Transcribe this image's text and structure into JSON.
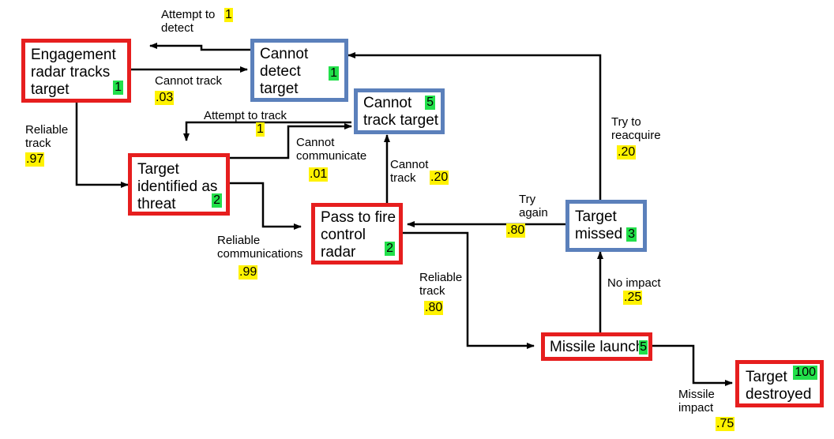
{
  "nodes": {
    "engagement": {
      "label": "Engagement\nradar tracks\ntarget",
      "value": "1",
      "color": "#e61e1e"
    },
    "cannot_detect": {
      "label": "Cannot\ndetect\ntarget",
      "value": "1",
      "color": "#5b80bb"
    },
    "cannot_track": {
      "label": "Cannot\ntrack target",
      "value": "5",
      "color": "#5b80bb"
    },
    "identified": {
      "label": "Target\nidentified as\nthreat",
      "value": "2",
      "color": "#e61e1e"
    },
    "pass_fire": {
      "label": "Pass to fire\ncontrol\nradar",
      "value": "2",
      "color": "#e61e1e"
    },
    "missed": {
      "label": "Target\nmissed",
      "value": "3",
      "color": "#5b80bb"
    },
    "launch": {
      "label": "Missile launch",
      "value": "5",
      "color": "#e61e1e"
    },
    "destroyed": {
      "label": "Target\ndestroyed",
      "value": "100",
      "color": "#e61e1e"
    }
  },
  "edges": {
    "attempt_detect": {
      "label": "Attempt to\ndetect",
      "prob": "1"
    },
    "cannot_track": {
      "label": "Cannot track",
      "prob": ".03"
    },
    "reliable_track": {
      "label": "Reliable\ntrack",
      "prob": ".97"
    },
    "attempt_track": {
      "label": "Attempt to track",
      "prob": "1"
    },
    "cannot_communicate": {
      "label": "Cannot\ncommunicate",
      "prob": ".01"
    },
    "cannot_track_2": {
      "label": "Cannot\ntrack",
      "prob": ".20"
    },
    "reliable_comm": {
      "label": "Reliable\ncommunications",
      "prob": ".99"
    },
    "reliable_track_2": {
      "label": "Reliable\ntrack",
      "prob": ".80"
    },
    "try_again": {
      "label": "Try\nagain",
      "prob": ".80"
    },
    "try_reacquire": {
      "label": "Try to\nreacquire",
      "prob": ".20"
    },
    "no_impact": {
      "label": "No impact",
      "prob": ".25"
    },
    "missile_impact": {
      "label": "Missile\nimpact",
      "prob": ".75"
    }
  }
}
